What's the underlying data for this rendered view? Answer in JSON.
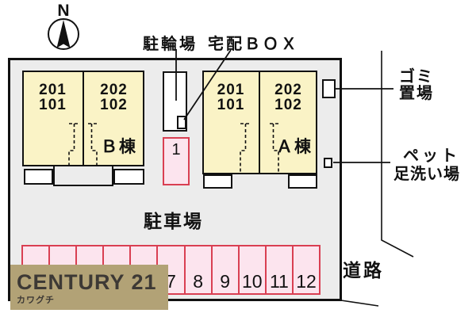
{
  "colors": {
    "site_fill": "#ececec",
    "building_fill": "#faf3c6",
    "parking_fill": "#fce4ee",
    "parking_border": "#d93f52",
    "logo_bg": "#b2a276",
    "logo_fg": "#3d3935"
  },
  "compass": {
    "north": "N"
  },
  "labels": {
    "bicycle_parking": "駐輪場",
    "delivery_box": "宅配ＢＯＸ",
    "parking_lot": "駐車場",
    "garbage": [
      "ゴミ",
      "置場"
    ],
    "pet_wash": [
      "ペット",
      "足洗い場"
    ],
    "road": "道路"
  },
  "buildings": [
    {
      "id": "b",
      "label": "Ｂ棟",
      "units": [
        {
          "upper": "201",
          "lower": "101"
        },
        {
          "upper": "202",
          "lower": "102"
        }
      ]
    },
    {
      "id": "a",
      "label": "Ａ棟",
      "units": [
        {
          "upper": "201",
          "lower": "101"
        },
        {
          "upper": "202",
          "lower": "102"
        }
      ]
    }
  ],
  "parking": {
    "reserved_space": "1",
    "row_visible_numbers": [
      "7",
      "8",
      "9",
      "10",
      "11",
      "12"
    ]
  },
  "logo": {
    "brand": "CENTURY 21",
    "sub": "カワグチ"
  }
}
